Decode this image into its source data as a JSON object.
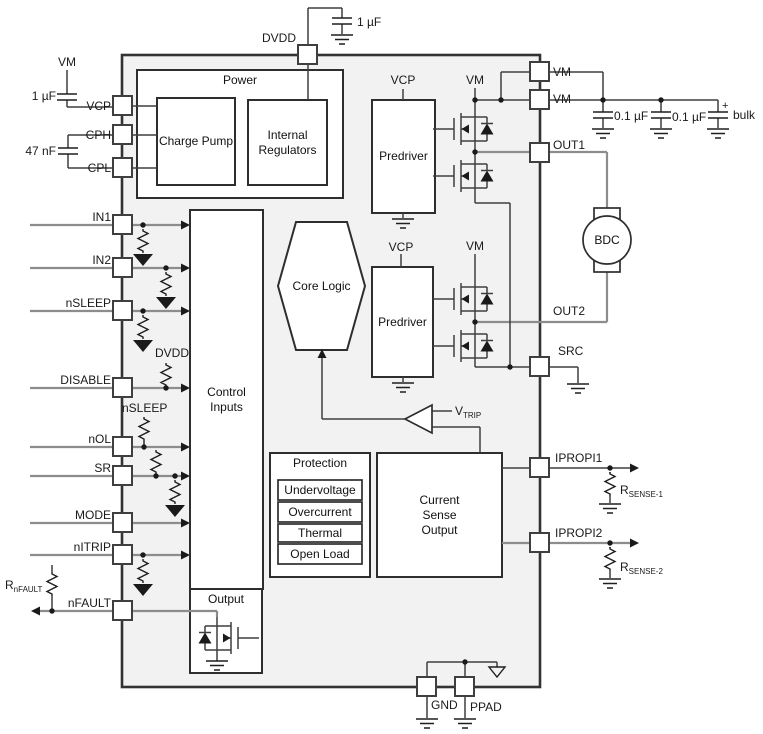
{
  "colors": {
    "ic_fill": "#f2f2f2",
    "block_stroke": "#2e2e2e",
    "wire_dark": "#3f3f3f",
    "wire_gray": "#8c8c8c"
  },
  "blocks": {
    "power": "Power",
    "charge_pump": "Charge Pump",
    "internal_regulators": "Internal Regulators",
    "control_inputs": "Control Inputs",
    "output": "Output",
    "core_logic": "Core Logic",
    "predriver1": "Predriver",
    "predriver2": "Predriver",
    "protection": "Protection",
    "protection_items": [
      "Undervoltage",
      "Overcurrent",
      "Thermal",
      "Open Load"
    ],
    "current_sense": "Current Sense Output"
  },
  "pins": {
    "vcp": "VCP",
    "cph": "CPH",
    "cpl": "CPL",
    "in1": "IN1",
    "in2": "IN2",
    "nsleep": "nSLEEP",
    "disable": "DISABLE",
    "nol": "nOL",
    "sr": "SR",
    "mode": "MODE",
    "nitrip": "nITRIP",
    "nfault": "nFAULT",
    "dvdd": "DVDD",
    "vm1": "VM",
    "vm2": "VM",
    "out1": "OUT1",
    "out2": "OUT2",
    "src": "SRC",
    "ipropi1": "IPROPI1",
    "ipropi2": "IPROPI2",
    "gnd": "GND",
    "ppad": "PPAD"
  },
  "labels": {
    "vm_left": "VM",
    "cap_left": "1 µF",
    "cap_cp": "47 nF",
    "cap_dvdd": "1 µF",
    "dvdd_internal": "DVDD",
    "nsleep_internal": "nSLEEP",
    "vcp_pd1": "VCP",
    "vm_hb1": "VM",
    "vcp_pd2": "VCP",
    "vm_hb2": "VM",
    "cap_vm1": "0.1 µF",
    "cap_vm2": "0.1 µF",
    "bulk_plus": "+",
    "bulk": "bulk",
    "bdc": "BDC",
    "r_nfault": {
      "base": "R",
      "sub": "nFAULT"
    },
    "r_sense1": {
      "base": "R",
      "sub": "SENSE-1"
    },
    "r_sense2": {
      "base": "R",
      "sub": "SENSE-2"
    },
    "vtrip": {
      "base": "V",
      "sub": "TRIP"
    }
  }
}
